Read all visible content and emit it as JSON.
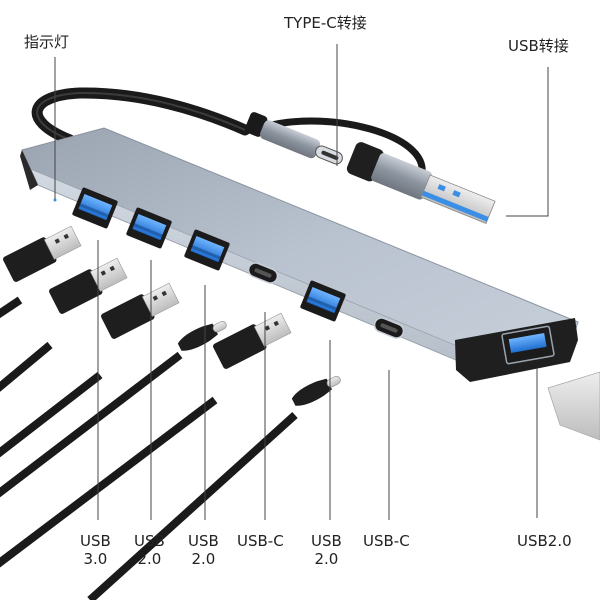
{
  "diagram": {
    "title": "USB hub port layout",
    "subject": "7-in-1 USB hub with dual USB-A / Type-C input connector",
    "accent_color": "#3a8ee6",
    "housing_color": "#aab4c2",
    "callouts_top": [
      {
        "id": "indicator",
        "text": "指示灯"
      },
      {
        "id": "typec_adapter",
        "text": "TYPE-C转接"
      },
      {
        "id": "usb_adapter",
        "text": "USB转接"
      }
    ],
    "ports": [
      {
        "line1": "USB",
        "line2": "3.0"
      },
      {
        "line1": "USB",
        "line2": "2.0"
      },
      {
        "line1": "USB",
        "line2": "2.0"
      },
      {
        "line1": "USB-C",
        "line2": ""
      },
      {
        "line1": "USB",
        "line2": "2.0"
      },
      {
        "line1": "USB-C",
        "line2": ""
      },
      {
        "line1": "USB2.0",
        "line2": ""
      }
    ]
  }
}
